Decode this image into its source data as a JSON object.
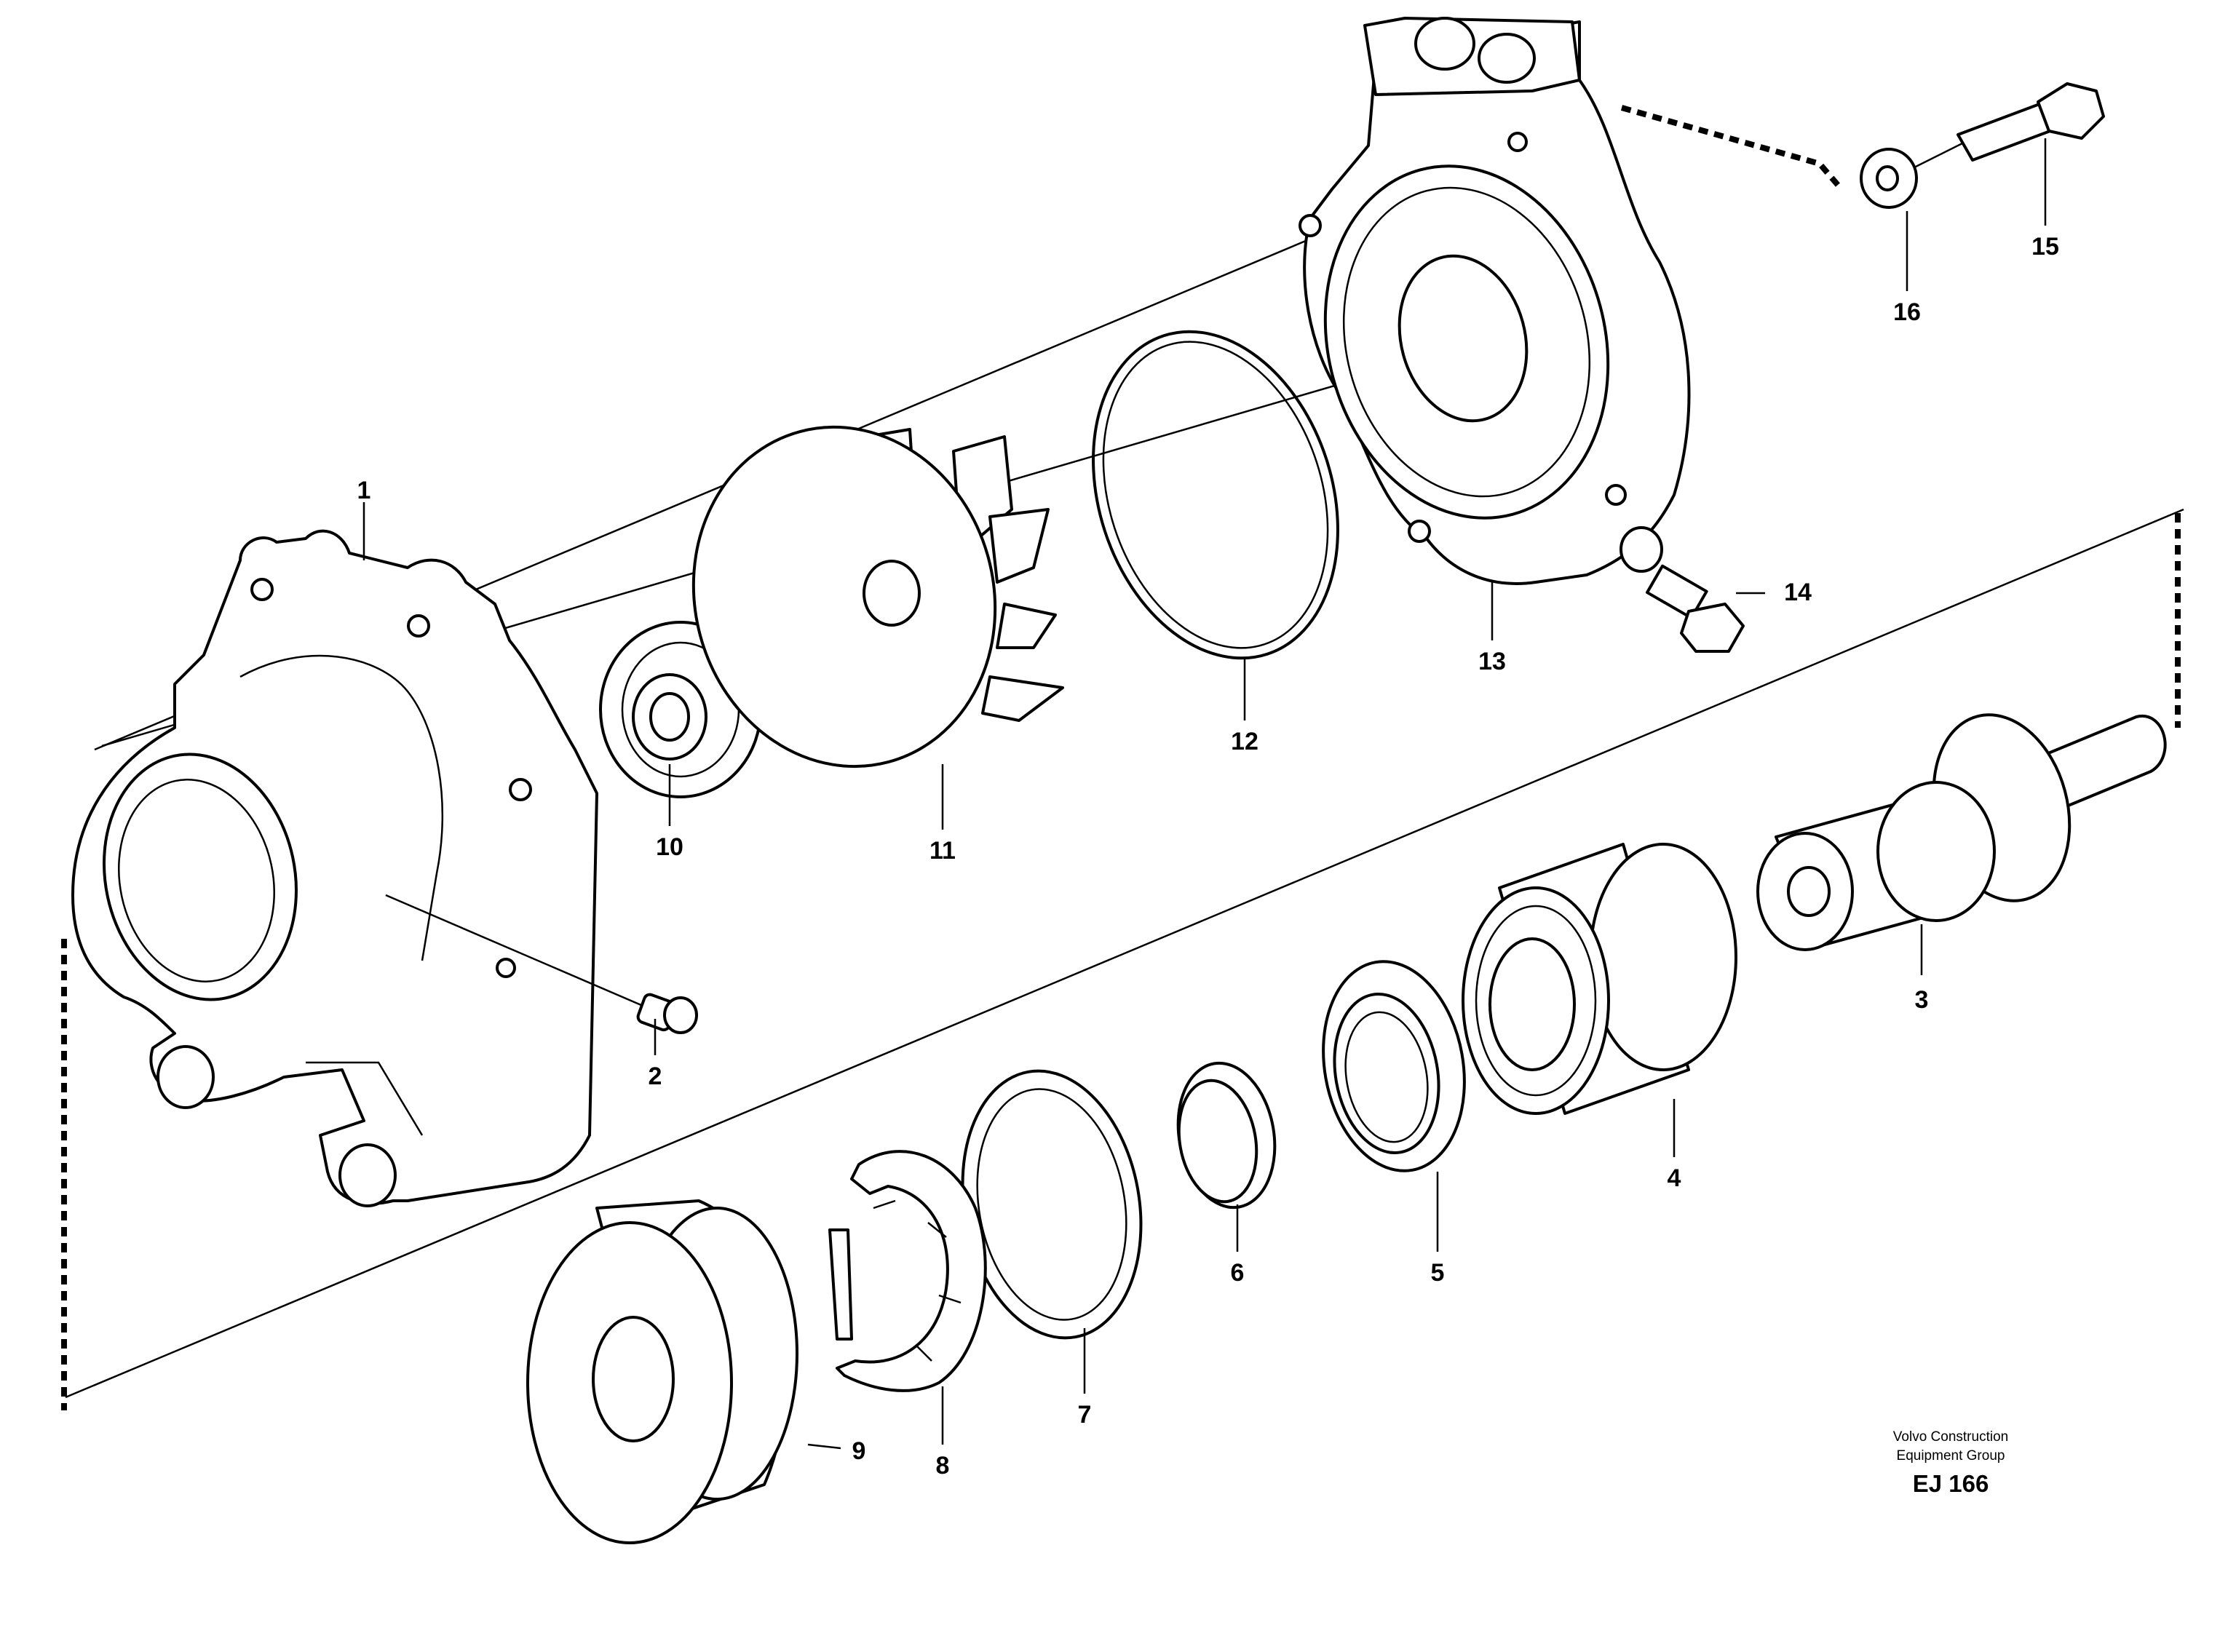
{
  "diagram": {
    "callouts": [
      {
        "id": "1",
        "text": "1"
      },
      {
        "id": "2",
        "text": "2"
      },
      {
        "id": "3",
        "text": "3"
      },
      {
        "id": "4",
        "text": "4"
      },
      {
        "id": "5",
        "text": "5"
      },
      {
        "id": "6",
        "text": "6"
      },
      {
        "id": "7",
        "text": "7"
      },
      {
        "id": "8",
        "text": "8"
      },
      {
        "id": "9",
        "text": "9"
      },
      {
        "id": "10",
        "text": "10"
      },
      {
        "id": "11",
        "text": "11"
      },
      {
        "id": "12",
        "text": "12"
      },
      {
        "id": "13",
        "text": "13"
      },
      {
        "id": "14",
        "text": "14"
      },
      {
        "id": "15",
        "text": "15"
      },
      {
        "id": "16",
        "text": "16"
      }
    ],
    "credit": {
      "line1": "Volvo Construction",
      "line2": "Equipment Group",
      "reference": "EJ 166"
    }
  }
}
